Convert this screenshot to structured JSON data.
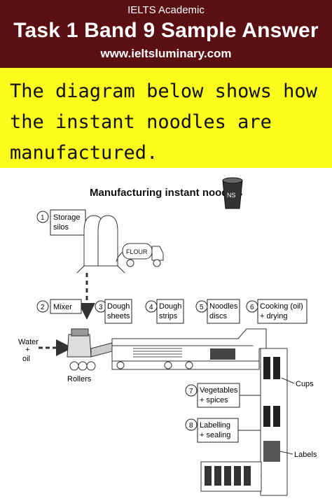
{
  "header": {
    "line1": "IELTS Academic",
    "line2": "Task 1 Band 9 Sample Answer",
    "website": "www.ieltsluminary.com"
  },
  "question": {
    "text": "The diagram below shows how the instant noodles are manufactured."
  },
  "diagram": {
    "title": "Manufacturing instant noodles",
    "steps": [
      {
        "num": "1",
        "line1": "Storage",
        "line2": "silos"
      },
      {
        "num": "2",
        "line1": "Mixer",
        "line2": ""
      },
      {
        "num": "3",
        "line1": "Dough",
        "line2": "sheets"
      },
      {
        "num": "4",
        "line1": "Dough",
        "line2": "strips"
      },
      {
        "num": "5",
        "line1": "Noodles",
        "line2": "discs"
      },
      {
        "num": "6",
        "line1": "Cooking (oil)",
        "line2": "+ drying"
      },
      {
        "num": "7",
        "line1": "Vegetables",
        "line2": "+ spices"
      },
      {
        "num": "8",
        "line1": "Labelling",
        "line2": "+ sealing"
      }
    ],
    "truck_label": "FLOUR",
    "water_label": "Water",
    "plus_label": "+",
    "oil_label": "oil",
    "rollers_label": "Rollers",
    "cups_label": "Cups",
    "labels_label": "Labels"
  }
}
